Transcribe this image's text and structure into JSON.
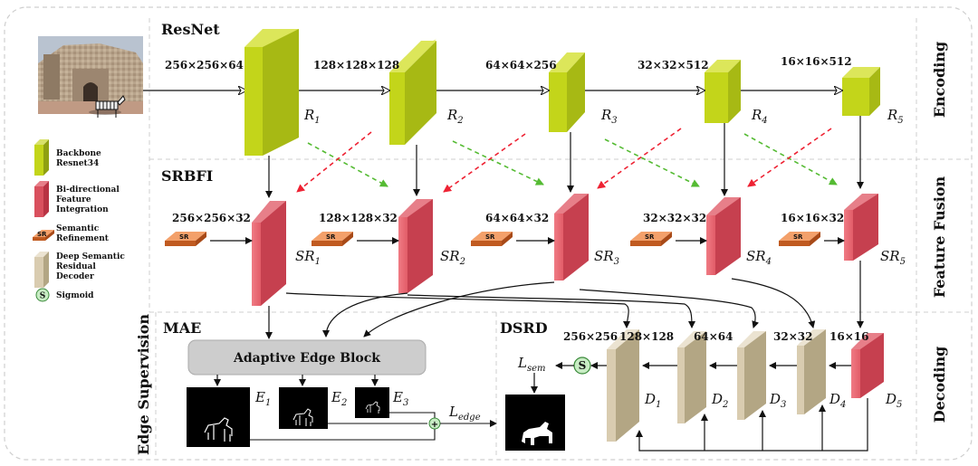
{
  "sections": {
    "resnet": "ResNet",
    "srbfi": "SRBFI",
    "mae": "MAE",
    "dsrd": "DSRD"
  },
  "side_labels": {
    "encoding": "Encoding",
    "feature_fusion": "Feature Fusion",
    "decoding": "Decoding",
    "edge_supervision": "Edge Supervision"
  },
  "legend": {
    "backbone": [
      "Backbone",
      "Resnet34"
    ],
    "bfi": [
      "Bi-directional",
      "Feature",
      "Integration"
    ],
    "semantic": [
      "Semantic",
      "Refinement"
    ],
    "decoder": [
      "Deep Semantic",
      "Residual",
      "Decoder"
    ],
    "sigmoid_symbol": "S",
    "sigmoid": "Sigmoid"
  },
  "encoder": {
    "dims": [
      "256×256×64",
      "128×128×128",
      "64×64×256",
      "32×32×512",
      "16×16×512"
    ],
    "labels": [
      {
        "base": "R",
        "sub": "1"
      },
      {
        "base": "R",
        "sub": "2"
      },
      {
        "base": "R",
        "sub": "3"
      },
      {
        "base": "R",
        "sub": "4"
      },
      {
        "base": "R",
        "sub": "5"
      }
    ]
  },
  "fusion": {
    "dims": [
      "256×256×32",
      "128×128×32",
      "64×64×32",
      "32×32×32",
      "16×16×32"
    ],
    "sr_chip": "SR",
    "labels": [
      {
        "base": "SR",
        "sub": "1"
      },
      {
        "base": "SR",
        "sub": "2"
      },
      {
        "base": "SR",
        "sub": "3"
      },
      {
        "base": "SR",
        "sub": "4"
      },
      {
        "base": "SR",
        "sub": "5"
      }
    ]
  },
  "mae": {
    "block": "Adaptive  Edge  Block",
    "edge_labels": [
      {
        "base": "E",
        "sub": "1"
      },
      {
        "base": "E",
        "sub": "2"
      },
      {
        "base": "E",
        "sub": "3"
      }
    ],
    "loss_edge": {
      "base": "L",
      "sub": "edge"
    },
    "plus": "+"
  },
  "dsrd": {
    "dims": [
      "256×256",
      "128×128",
      "64×64",
      "32×32",
      "16×16"
    ],
    "labels": [
      {
        "base": "D",
        "sub": "1"
      },
      {
        "base": "D",
        "sub": "2"
      },
      {
        "base": "D",
        "sub": "3"
      },
      {
        "base": "D",
        "sub": "4"
      },
      {
        "base": "D",
        "sub": "5"
      }
    ],
    "loss_sem": {
      "base": "L",
      "sub": "sem"
    },
    "sigmoid_symbol": "S"
  },
  "colors": {
    "backbone": "#c3d51a",
    "bfi": "#d9505e",
    "decoder": "#d9ccb0",
    "sigmoid": "#c8ecc4",
    "green_arrow": "#55bb33",
    "red_arrow": "#ee2233"
  }
}
